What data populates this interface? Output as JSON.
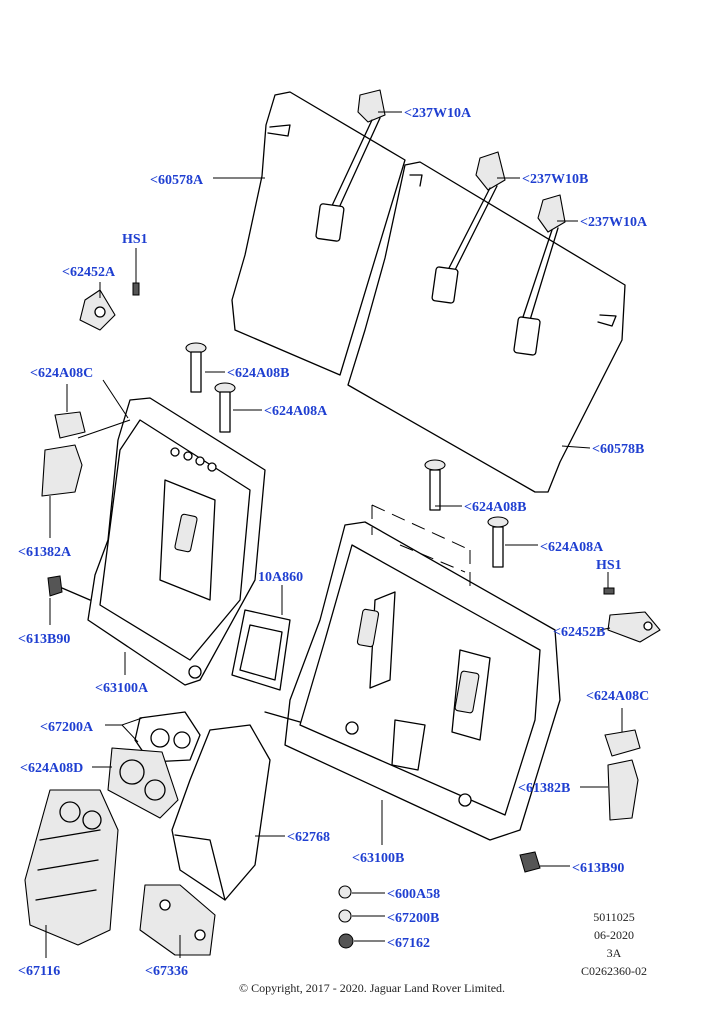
{
  "callouts": {
    "c237W10A_top": "<237W10A",
    "c237W10B": "<237W10B",
    "c237W10A_right": "<237W10A",
    "c60578A": "<60578A",
    "c60578B": "<60578B",
    "cHS1_left": "HS1",
    "c62452A": "<62452A",
    "c624A08C_left": "<624A08C",
    "c624A08B_left": "<624A08B",
    "c624A08A_left": "<624A08A",
    "c61382A": "<61382A",
    "c613B90_left": "<613B90",
    "c10A860": "10A860",
    "c63100A": "<63100A",
    "c67200A": "<67200A",
    "c624A08D": "<624A08D",
    "c62768": "<62768",
    "c67116": "<67116",
    "c67336": "<67336",
    "c624A08B_right": "<624A08B",
    "c624A08A_right": "<624A08A",
    "cHS1_right": "HS1",
    "c62452B": "<62452B",
    "c624A08C_right": "<624A08C",
    "c61382B": "<61382B",
    "c63100B": "<63100B",
    "c613B90_right": "<613B90",
    "c600A58": "<600A58",
    "c67200B": "<67200B",
    "c67162": "<67162"
  },
  "meta": {
    "line1": "5011025",
    "line2": "06-2020",
    "line3": "3A",
    "line4": "C0262360-02"
  },
  "copyright": "© Copyright, 2017 - 2020. Jaguar Land Rover Limited."
}
